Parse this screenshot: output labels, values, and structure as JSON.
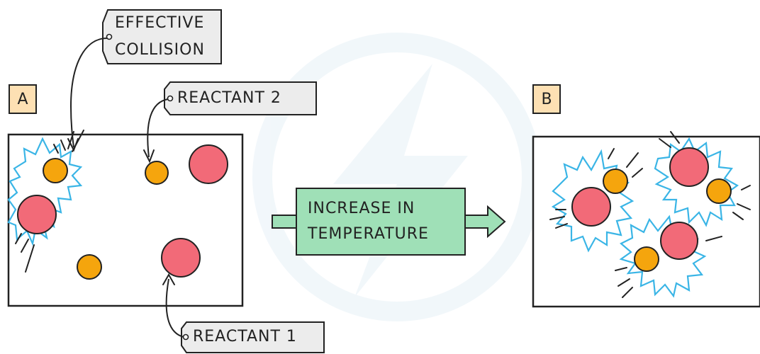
{
  "labels": {
    "effective_collision_line1": "EFFECTIVE",
    "effective_collision_line2": "COLLISION",
    "reactant_2": "REACTANT 2",
    "reactant_1": "REACTANT 1",
    "box_a": "A",
    "box_b": "B",
    "arrow_line1": "INCREASE IN",
    "arrow_line2": "TEMPERATURE"
  },
  "colors": {
    "reactant_1": "#f26a78",
    "reactant_2": "#f5a50d",
    "burst": "#3ab5e6",
    "label_box": "#ececec",
    "letter_box": "#fde0b3",
    "arrow": "#9fe0b7",
    "outline": "#222222"
  }
}
